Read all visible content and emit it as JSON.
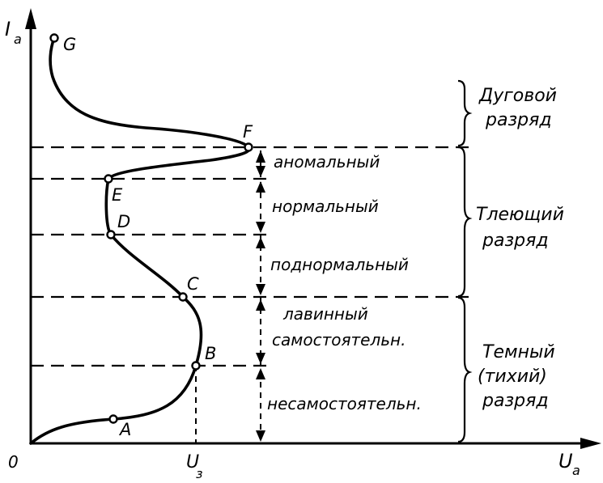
{
  "axes": {
    "y_label": "I",
    "y_sub": "a",
    "x_label": "U",
    "x_sub": "a",
    "origin": "0",
    "ignition_label": "U",
    "ignition_sub": "з"
  },
  "points": {
    "A": "A",
    "B": "B",
    "C": "C",
    "D": "D",
    "E": "E",
    "F": "F",
    "G": "G"
  },
  "regions": {
    "abnormal": "аномальный",
    "normal": "нормальный",
    "subnormal": "поднормальный",
    "avalanche_l1": "лавинный",
    "avalanche_l2": "самостоятельн.",
    "non_self": "несамостоятельн."
  },
  "discharges": {
    "arc_l1": "Дуговой",
    "arc_l2": "разряд",
    "glow_l1": "Тлеющий",
    "glow_l2": "разряд",
    "dark_l1": "Темный",
    "dark_l2": "(тихий)",
    "dark_l3": "разряд"
  }
}
